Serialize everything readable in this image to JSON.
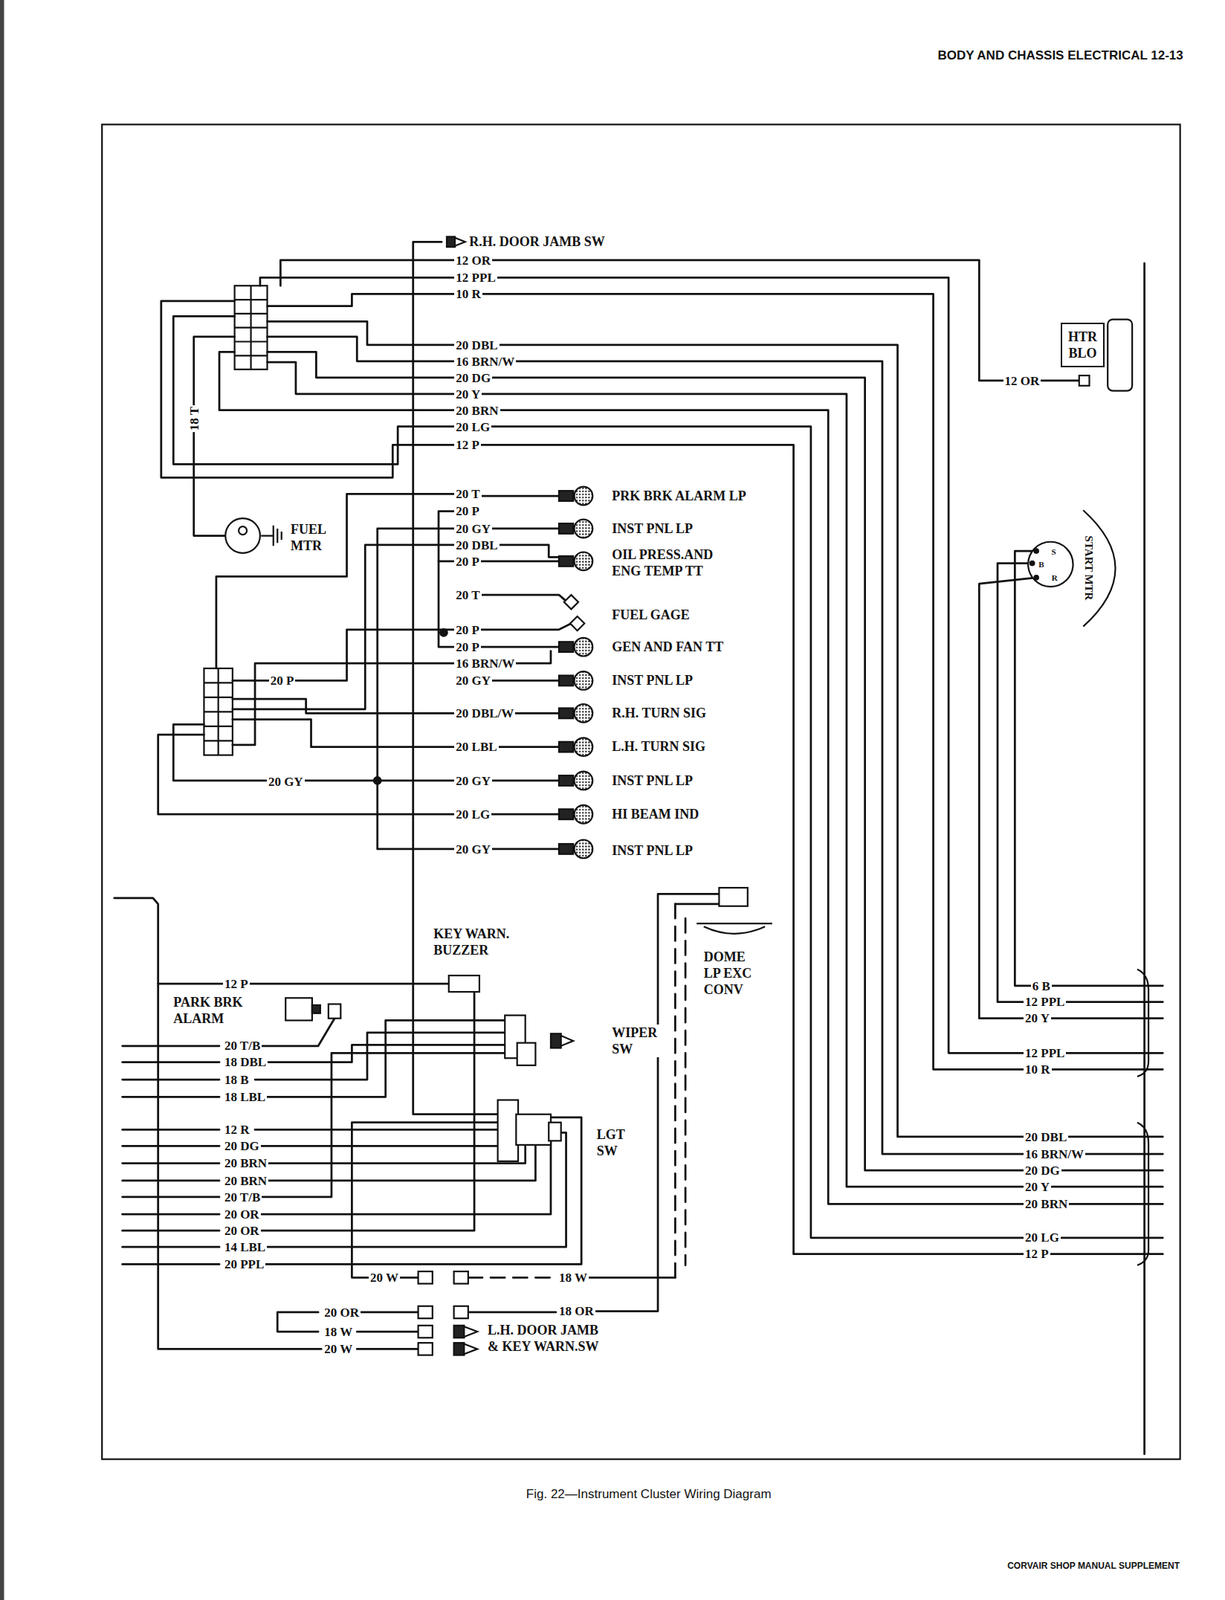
{
  "diagram": {
    "title": "BODY AND CHASSIS ELECTRICAL 12-13",
    "caption": "Fig. 22—Instrument Cluster Wiring Diagram",
    "nodes": [
      {
        "text": [
          "R.H. DOOR JAMB SW"
        ]
      },
      {
        "text": [
          "HTR BLO"
        ]
      },
      {
        "text": [
          "PRK BRK ALARM LP"
        ]
      },
      {
        "text": [
          "FUEL MTR"
        ]
      },
      {
        "text": [
          "INST PNL LP"
        ]
      },
      {
        "text": [
          "OIL PRESS.AND ENG TEMP TT"
        ]
      },
      {
        "text": [
          "START MTR"
        ]
      },
      {
        "text": [
          "FUEL GAGE"
        ]
      },
      {
        "text": [
          "GEN AND FAN TT"
        ]
      },
      {
        "text": [
          "INST PNL LP"
        ]
      },
      {
        "text": [
          "R.H. TURN SIG"
        ]
      },
      {
        "text": [
          "L.H. TURN SIG"
        ]
      },
      {
        "text": [
          "INST PNL LP"
        ]
      },
      {
        "text": [
          "HI BEAM IND"
        ]
      },
      {
        "text": [
          "INST PNL LP"
        ]
      },
      {
        "text": [
          "KEY WARN. BUZZER"
        ]
      },
      {
        "text": [
          "DOME LP EXC CONV"
        ]
      },
      {
        "text": [
          "PARK BRK ALARM"
        ]
      },
      {
        "text": [
          "WIPER SW"
        ]
      },
      {
        "text": [
          "LGT SW"
        ]
      },
      {
        "text": [
          "L.H. DOOR JAMB & KEY WARN.SW"
        ]
      }
    ],
    "labels": [
      "12 OR",
      "12 PPL",
      "10 R",
      "20 DBL",
      "16 BRN/W",
      "20 DG",
      "20 Y",
      "20 BRN",
      "20 LG",
      "12 P",
      "18 T",
      "12 OR",
      "20 T",
      "20 P",
      "20 GY",
      "20 DBL",
      "S",
      "20 P",
      "B",
      "R",
      "20 T",
      "20 P",
      "20 P",
      "16 BRN/W",
      "20 P",
      "20 GY",
      "20 DBL/W",
      "20 LBL",
      "20 GY",
      "20 GY",
      "20 LG",
      "20 GY",
      "12 P",
      "6 B",
      "12 PPL",
      "20 Y",
      "20 T/B",
      "18 DBL",
      "12 PPL",
      "10 R",
      "18 B",
      "18 LBL",
      "12 R",
      "20 DBL",
      "20 DG",
      "16 BRN/W",
      "20 BRN",
      "20 DG",
      "20 BRN",
      "20 Y",
      "20 T/B",
      "20 BRN",
      "20 OR",
      "20 OR",
      "20 LG",
      "14 LBL",
      "12 P",
      "20 PPL",
      "20 W",
      "18 W",
      "18 OR",
      "20 OR",
      "18 W",
      "20 W",
      "CORVAIR SHOP MANUAL SUPPLEMENT"
    ]
  }
}
